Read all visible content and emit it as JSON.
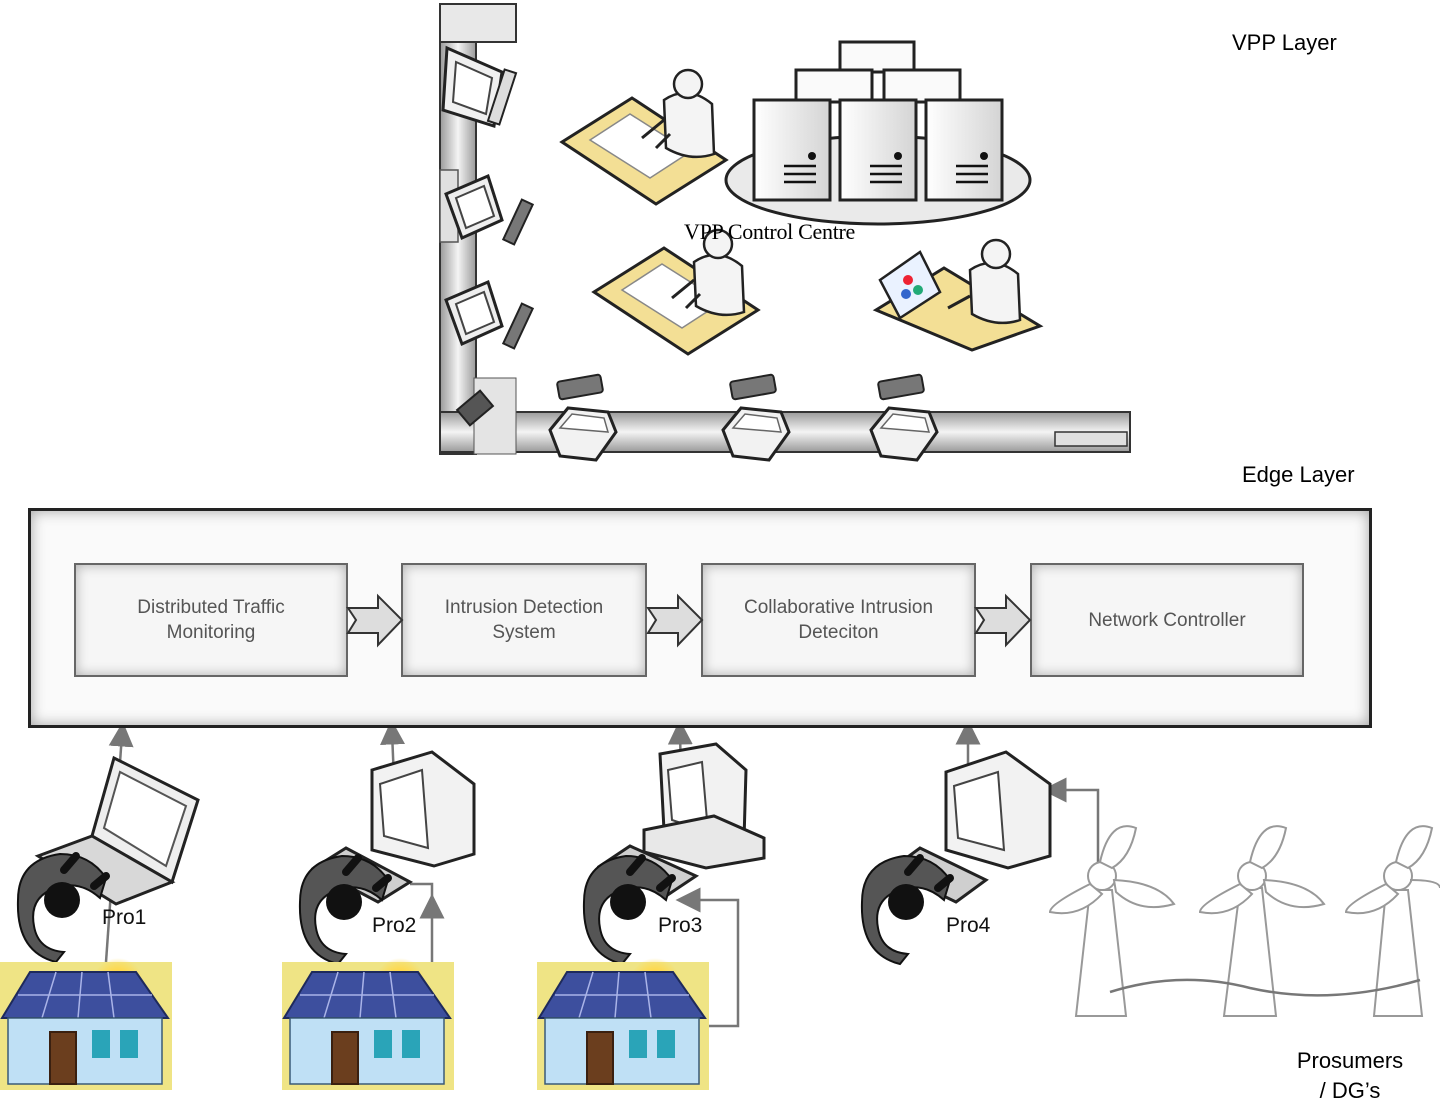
{
  "layers": {
    "vpp": "VPP Layer",
    "edge": "Edge Layer",
    "prosumers_line1": "Prosumers",
    "prosumers_line2": "/ DG’s"
  },
  "vpp_control_centre": "VPP Control Centre",
  "edge_pipeline": [
    {
      "line1": "Distributed Traffic",
      "line2": "Monitoring"
    },
    {
      "line1": "Intrusion Detection",
      "line2": "System"
    },
    {
      "line1": "Collaborative Intrusion",
      "line2": "Deteciton"
    },
    {
      "line1": "Network Controller",
      "line2": ""
    }
  ],
  "prosumers": [
    "Pro1",
    "Pro2",
    "Pro3",
    "Pro4"
  ],
  "colors": {
    "solar_background": "#efe485",
    "house_wall": "#bfe0f5",
    "roof_panel": "#3d4f9e",
    "door": "#6b3e1e",
    "window": "#2aa4b8",
    "desk": "#f3df95",
    "arrow_fill": "#dddddd"
  },
  "icons": [
    "laptop-icon",
    "desktop-computer-icon",
    "wind-turbine-icon",
    "solar-house-icon",
    "server-rack-icon",
    "person-at-desk-icon",
    "user-top-view-icon"
  ]
}
